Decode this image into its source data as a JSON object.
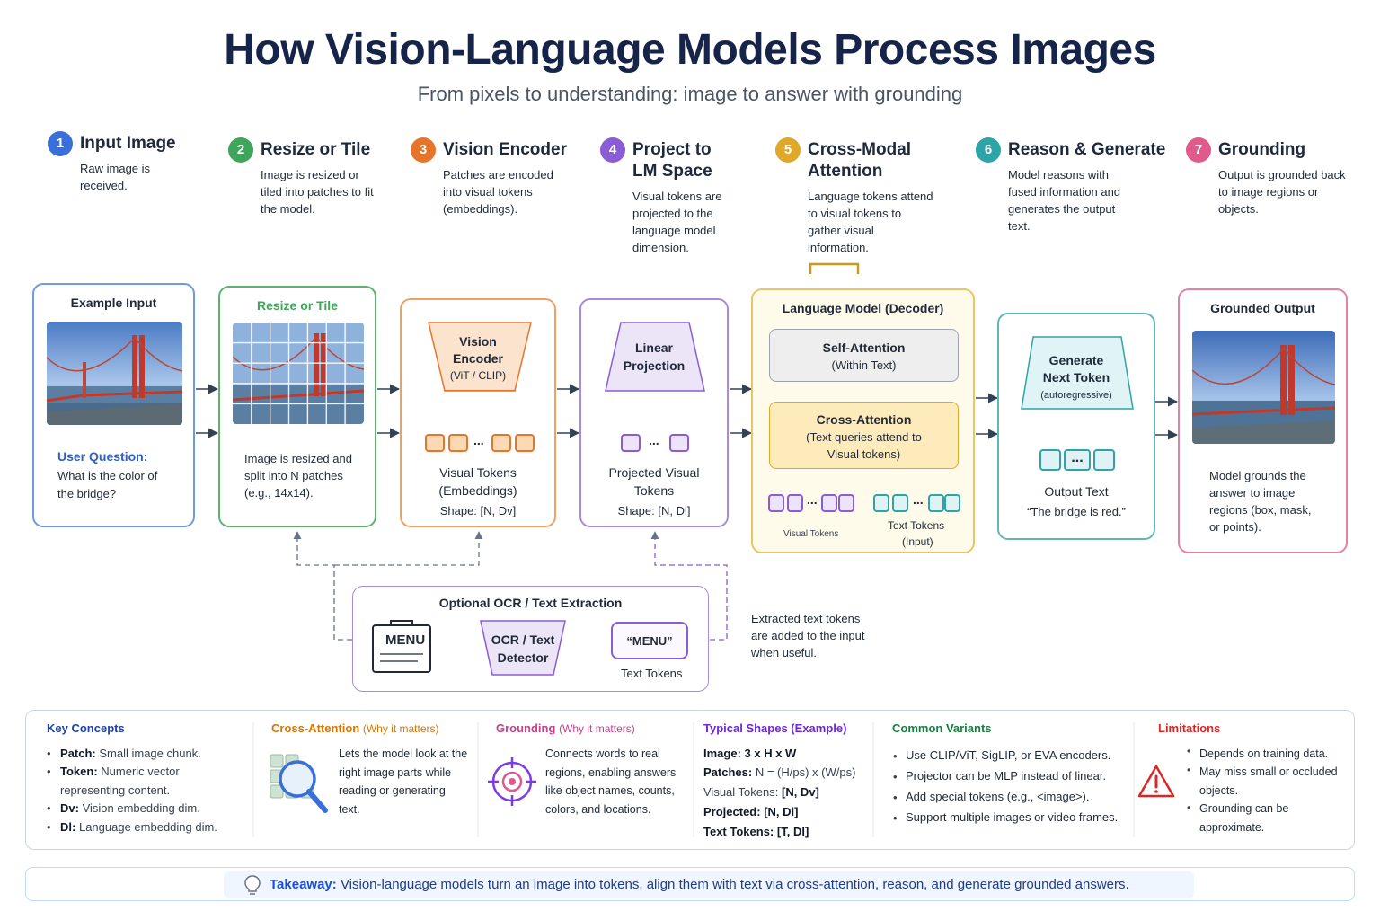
{
  "title": "How Vision-Language Models Process Images",
  "subtitle": "From pixels to understanding: image to answer with grounding",
  "steps": [
    {
      "num": "1",
      "title": "Input Image",
      "desc": "Raw image is received.",
      "color": "#3b6fd8"
    },
    {
      "num": "2",
      "title": "Resize or Tile",
      "desc": "Image is resized or tiled into patches to fit the model.",
      "color": "#3ea55b"
    },
    {
      "num": "3",
      "title": "Vision Encoder",
      "desc": "Patches are encoded into visual tokens (embeddings).",
      "color": "#e8742a"
    },
    {
      "num": "4",
      "title": "Project to LM Space",
      "desc": "Visual tokens are projected to the language model dimension.",
      "color": "#8a5cd6"
    },
    {
      "num": "5",
      "title": "Cross-Modal Attention",
      "desc": "Language tokens attend to visual tokens to gather visual information.",
      "color": "#e0a82a"
    },
    {
      "num": "6",
      "title": "Reason & Generate",
      "desc": "Model reasons with fused information and generates the output text.",
      "color": "#2ea3a8"
    },
    {
      "num": "7",
      "title": "Grounding",
      "desc": "Output is grounded back to image regions or objects.",
      "color": "#e05a8c"
    }
  ],
  "flow": {
    "input": {
      "title": "Example Input",
      "question_label": "User Question:",
      "question": "What is the color of the bridge?"
    },
    "resize": {
      "title": "Resize or Tile",
      "desc": "Image is resized and split into N patches (e.g., 14x14)."
    },
    "encoder": {
      "block_line1": "Vision",
      "block_line2": "Encoder",
      "block_line3": "(ViT / CLIP)",
      "tokens_label": "Visual Tokens",
      "tokens_sub": "(Embeddings)",
      "shape": "Shape: [N, Dv]",
      "dots": "..."
    },
    "projection": {
      "block_line1": "Linear",
      "block_line2": "Projection",
      "tokens_label": "Projected Visual",
      "tokens_sub": "Tokens",
      "shape": "Shape: [N, Dl]",
      "dots": "..."
    },
    "decoder": {
      "title": "Language Model (Decoder)",
      "self_title": "Self-Attention",
      "self_sub": "(Within Text)",
      "cross_title": "Cross-Attention",
      "cross_sub1": "(Text queries attend to",
      "cross_sub2": "Visual tokens)",
      "visual_tokens_label": "Visual Tokens",
      "text_tokens_label": "Text Tokens",
      "text_tokens_sub": "(Input)",
      "dots": "..."
    },
    "generate": {
      "line1": "Generate",
      "line2": "Next Token",
      "line3": "(autoregressive)",
      "output_label": "Output Text",
      "output_text": "“The bridge is red.”",
      "dots": "..."
    },
    "grounded": {
      "title": "Grounded Output",
      "desc": "Model grounds the answer to image regions (box, mask, or points)."
    }
  },
  "ocr": {
    "title": "Optional OCR / Text Extraction",
    "menu_label": "MENU",
    "detector_line1": "OCR / Text",
    "detector_line2": "Detector",
    "output_label": "“MENU”",
    "output_sub": "Text Tokens",
    "note": "Extracted text tokens are added to the input when useful."
  },
  "panel": {
    "key_concepts": {
      "title": "Key Concepts",
      "items": [
        {
          "term": "Patch:",
          "text": "Small image chunk."
        },
        {
          "term": "Token:",
          "text": "Numeric vector representing content."
        },
        {
          "term": "Dv:",
          "text": "Vision embedding dim."
        },
        {
          "term": "Dl:",
          "text": "Language embedding dim."
        }
      ]
    },
    "cross_attention": {
      "title": "Cross-Attention",
      "why": "(Why it matters)",
      "text": "Lets the model look at the right image parts while reading or generating text."
    },
    "grounding": {
      "title": "Grounding",
      "why": "(Why it matters)",
      "text": "Connects words to real regions, enabling answers like object names, counts, colors, and locations."
    },
    "shapes": {
      "title": "Typical Shapes (Example)",
      "items": [
        {
          "term": "Image:",
          "text": "3 x H x W"
        },
        {
          "term": "Patches:",
          "text": "N = (H/ps) x (W/ps)"
        },
        {
          "term": "Visual Tokens:",
          "text": "[N, Dv]"
        },
        {
          "term": "Projected:",
          "text": "[N, Dl]"
        },
        {
          "term": "Text Tokens:",
          "text": "[T, Dl]"
        }
      ]
    },
    "variants": {
      "title": "Common Variants",
      "items": [
        "Use CLIP/ViT, SigLIP, or EVA encoders.",
        "Projector can be MLP instead of linear.",
        "Add special tokens (e.g., <image>).",
        "Support multiple images or video frames."
      ]
    },
    "limitations": {
      "title": "Limitations",
      "items": [
        "Depends on training data.",
        "May miss small or occluded objects.",
        "Grounding can be approximate."
      ]
    }
  },
  "takeaway": {
    "label": "Takeaway:",
    "text": "Vision-language models turn an image into tokens, align them with text via cross-attention, reason, and generate grounded answers."
  },
  "colors": {
    "blue": "#3b6fd8",
    "green": "#3ea55b",
    "orange": "#e8742a",
    "purple": "#8a5cd6",
    "gold": "#e0a82a",
    "teal": "#2ea3a8",
    "pink": "#e05a8c",
    "navy": "#16244a"
  },
  "icons": [
    "lightbulb-icon",
    "magnifier-icon",
    "target-icon",
    "warning-icon",
    "menu-sign-icon",
    "bridge-image"
  ]
}
